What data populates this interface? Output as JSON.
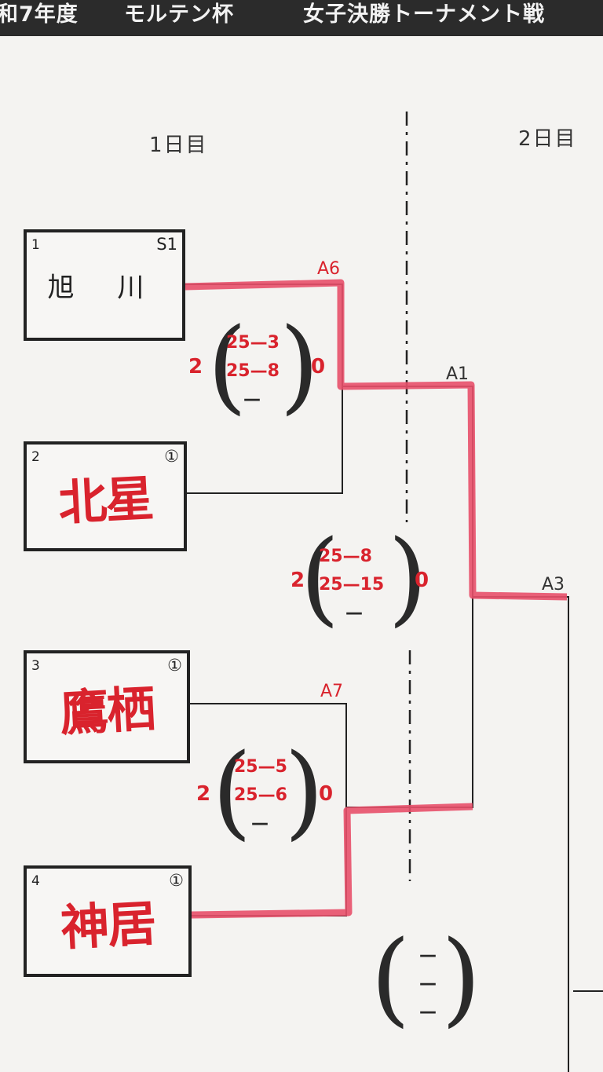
{
  "title": {
    "part1": "和7年度",
    "part2": "モルテン杯",
    "part3": "女子決勝トーナメント戦"
  },
  "days": {
    "day1": "1日目",
    "day2": "2日目"
  },
  "teams": [
    {
      "num": "1",
      "seed": "S1",
      "name": "旭 川"
    },
    {
      "num": "2",
      "seed": "①",
      "name": "北星"
    },
    {
      "num": "3",
      "seed": "①",
      "name": "鷹栖"
    },
    {
      "num": "4",
      "seed": "①",
      "name": "神居"
    }
  ],
  "matches": {
    "a6": {
      "label": "A6",
      "win": "2",
      "loss": "0",
      "sets": [
        "25—3",
        "25—8",
        "—"
      ]
    },
    "a7": {
      "label": "A7",
      "win": "2",
      "loss": "0",
      "sets": [
        "25—5",
        "25—6",
        "—"
      ]
    },
    "a1": {
      "label": "A1",
      "win": "2",
      "loss": "0",
      "sets": [
        "25—8",
        "25—15",
        "—"
      ]
    },
    "a3": {
      "label": "A3"
    },
    "next": {
      "sets": [
        "—",
        "—",
        "—"
      ]
    }
  },
  "colors": {
    "ink": "#222222",
    "marker_red": "#d9232d",
    "highlight": "#e8506a"
  }
}
